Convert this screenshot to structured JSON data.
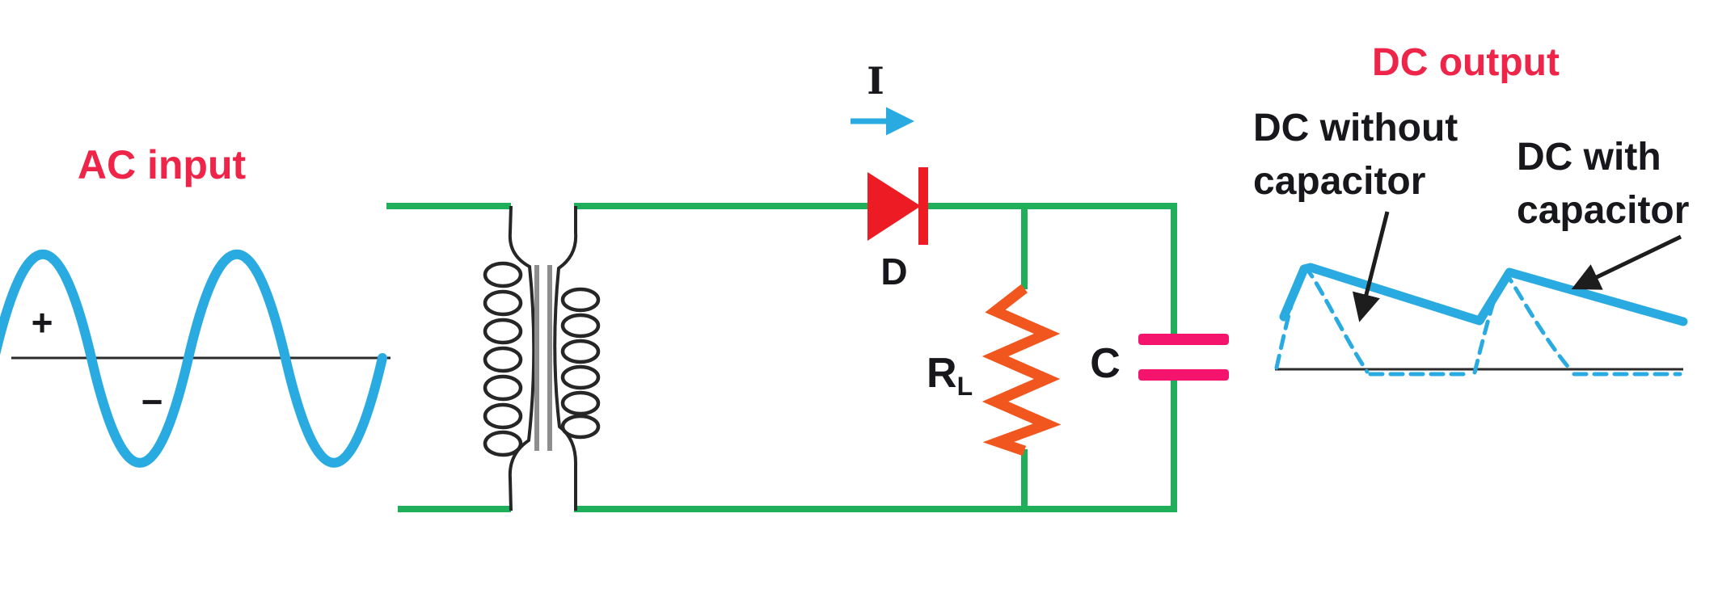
{
  "labels": {
    "ac_input": "AC input",
    "plus": "+",
    "minus": "−",
    "current": "I",
    "diode": "D",
    "resistor_main": "R",
    "resistor_sub": "L",
    "capacitor": "C",
    "dc_output": "DC output",
    "dc_without_line1": "DC without",
    "dc_without_line2": "capacitor",
    "dc_with_line1": "DC with",
    "dc_with_line2": "capacitor"
  },
  "colors": {
    "wire_green": "#1fae5a",
    "signal_blue": "#29abe2",
    "diode_red": "#ed1c24",
    "resistor_orange": "#f0561d",
    "capacitor_pink": "#f4146e",
    "label_red": "#ee2549",
    "core_gray": "#8e8e8e",
    "ink": "#17171c"
  },
  "components": {
    "transformer_primary_turns": 7,
    "transformer_secondary_turns": 6
  },
  "waveforms": {
    "ac_input": {
      "type": "sine",
      "cycles": 2,
      "polarity_marks": [
        "+",
        "−"
      ]
    },
    "dc_with_capacitor": {
      "type": "ripple",
      "style": "solid",
      "peaks": 2
    },
    "dc_without_capacitor": {
      "type": "half-wave pulses",
      "style": "dashed",
      "humps": 2
    }
  }
}
